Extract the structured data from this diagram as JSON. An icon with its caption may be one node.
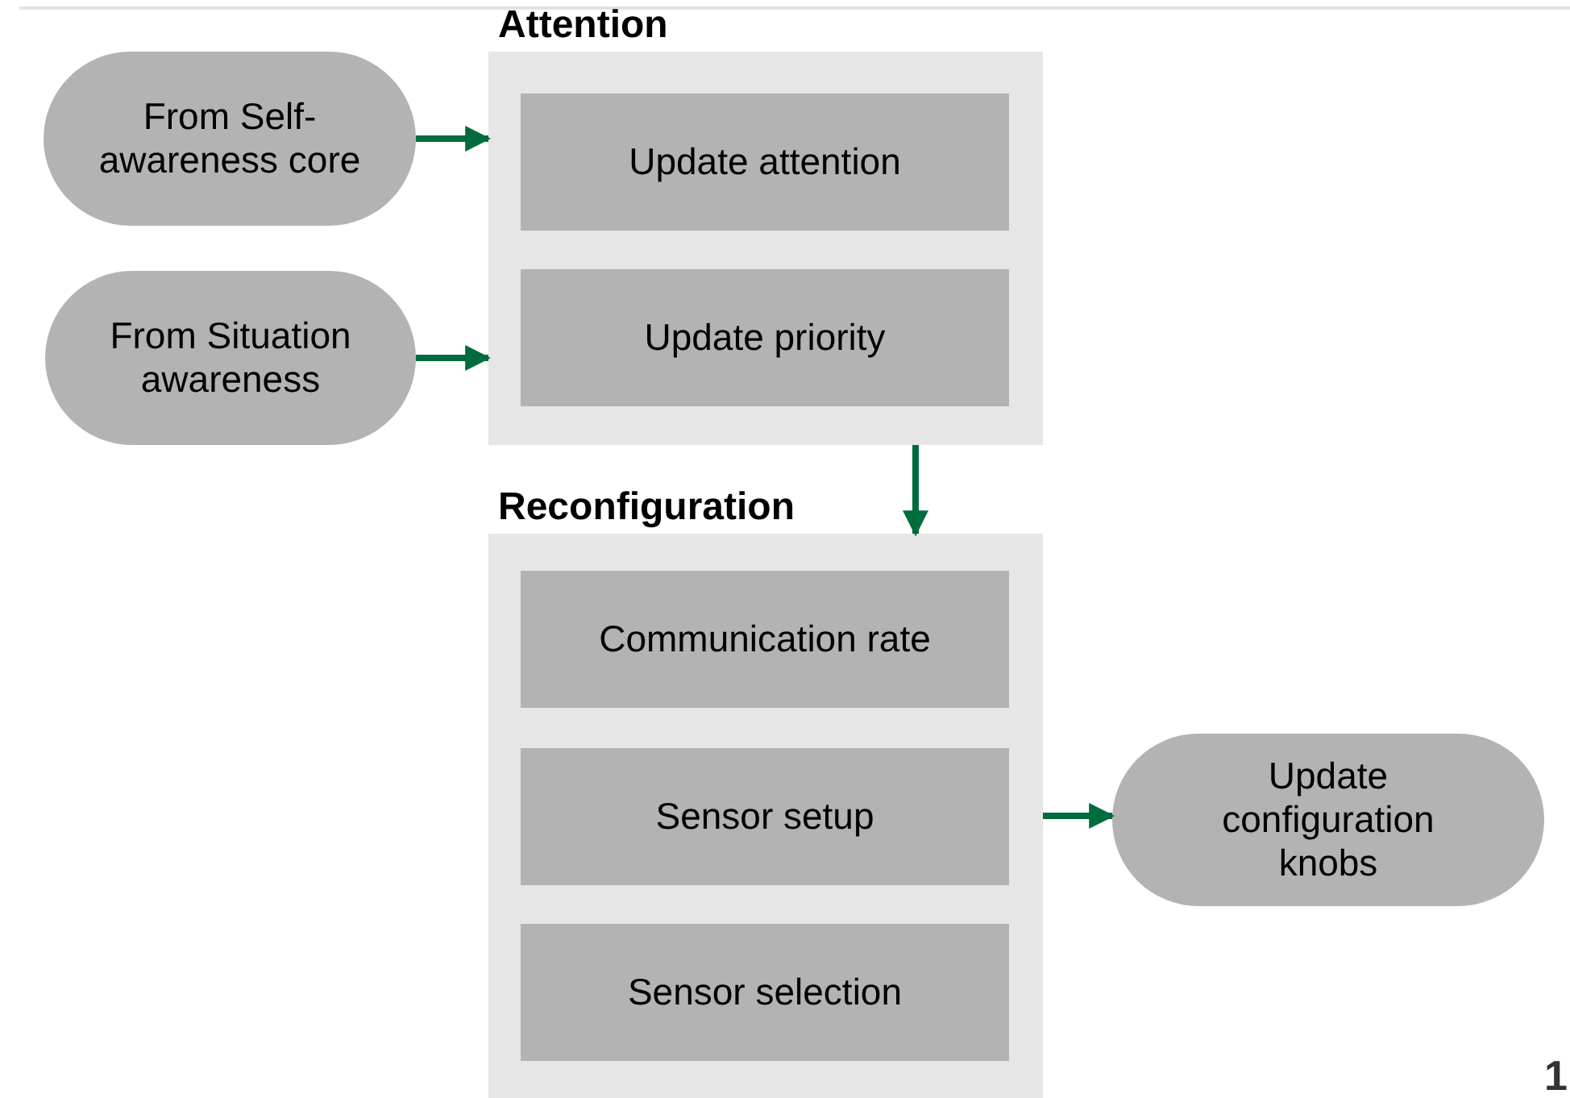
{
  "diagram": {
    "nodes": [
      {
        "text": [
          "From Self-awareness core"
        ]
      },
      {
        "text": [
          "From Situation awareness"
        ]
      },
      {
        "text": [
          "Attention"
        ]
      },
      {
        "text": [
          "Update attention"
        ],
        "in": 2
      },
      {
        "text": [
          "Update priority"
        ],
        "in": 2
      },
      {
        "text": [
          "Reconfiguration"
        ]
      },
      {
        "text": [
          "Communication rate"
        ],
        "in": 5
      },
      {
        "text": [
          "Sensor setup"
        ],
        "in": 5
      },
      {
        "text": [
          "Sensor selection"
        ],
        "in": 5
      },
      {
        "text": [
          "Update configuration knobs"
        ]
      }
    ],
    "edges": [
      {
        "from": 0,
        "to": 2,
        "arrow": "to"
      },
      {
        "from": 1,
        "to": 2,
        "arrow": "to"
      },
      {
        "from": 2,
        "to": 5,
        "arrow": "to"
      },
      {
        "from": 5,
        "to": 9,
        "arrow": "to"
      }
    ],
    "labels": [
      "1"
    ]
  }
}
